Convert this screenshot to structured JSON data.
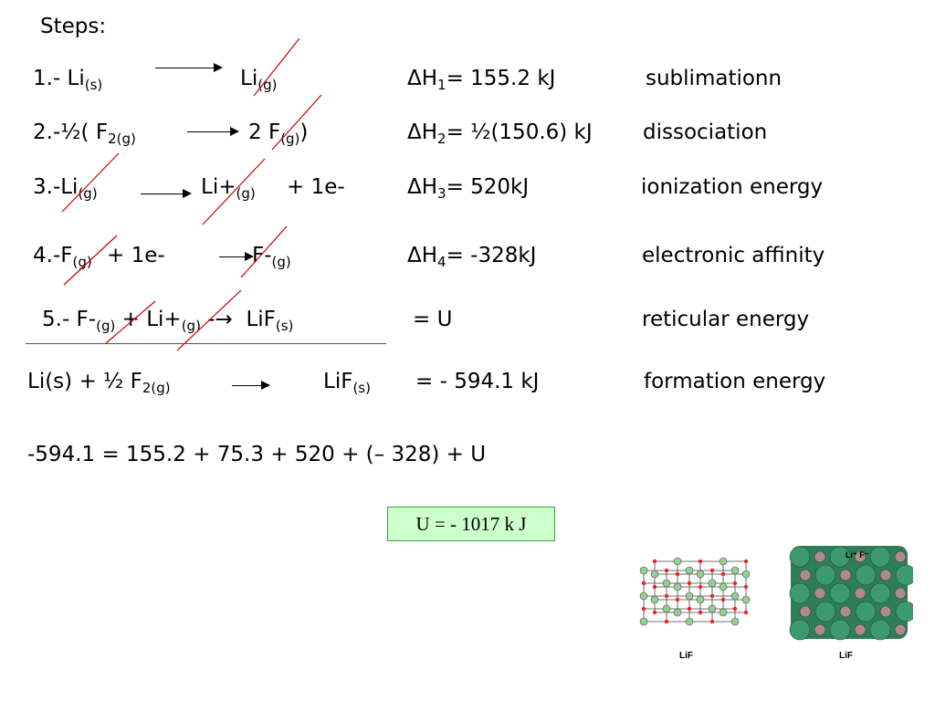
{
  "steps_title": "Steps:",
  "steps": [
    {
      "num": "1.- Li",
      "lhs_sub": "(s)",
      "rhs": "Li",
      "rhs_sub": "(g)",
      "dh_label": "ΔH",
      "dh_idx": "1",
      "dh_value": "= 155.2 kJ",
      "name": "sublimationn"
    },
    {
      "num": "2.-½( F",
      "lhs_sub": "2(g)",
      "rhs": "2 F",
      "rhs_sub": "(g)",
      "rhs_tail": ")",
      "dh_label": "ΔH",
      "dh_idx": "2",
      "dh_value": "= ½(150.6) kJ",
      "name": "dissociation"
    },
    {
      "num": "3.-Li",
      "lhs_sub": "(g)",
      "rhs": "Li+",
      "rhs_sub": "(g)",
      "rhs_tail": "+ 1e-",
      "dh_label": "ΔH",
      "dh_idx": "3",
      "dh_value": "= 520kJ",
      "name": "ionization energy"
    },
    {
      "num": "4.-F",
      "lhs_sub": "(g)",
      "lhs_tail": "+  1e-",
      "rhs": "F-",
      "rhs_sub": "(g)",
      "dh_label": "ΔH",
      "dh_idx": "4",
      "dh_value": "= -328kJ",
      "name": "electronic affinity"
    },
    {
      "num": "5.- F-",
      "lhs_sub": "(g)",
      "lhs_mid": "+ Li+",
      "lhs_mid_sub": "(g)",
      "arrow_text": "-→",
      "rhs": "LiF",
      "rhs_sub": "(s)",
      "value": "= U",
      "name": "reticular energy"
    }
  ],
  "overall": {
    "lhs": "Li(s) + ½ F",
    "lhs_sub": "2(g)",
    "rhs": "LiF",
    "rhs_sub": "(s)",
    "value": "=  - 594.1 kJ",
    "name": "formation energy"
  },
  "equation": "-594.1 = 155.2 + 75.3 + 520 + (– 328) +  U",
  "result": "U = - 1017 k J",
  "images": {
    "lattice_label": "LiF",
    "packing_label": "LiF",
    "packing_legend": "Li⁺  F⁻"
  },
  "colors": {
    "strike": "#cc0000",
    "result_bg": "#ccffcc",
    "lattice_li": "#99cc99",
    "lattice_f": "#ee2222",
    "sphere_large": "#3d9970",
    "sphere_small": "#b08a8a"
  }
}
